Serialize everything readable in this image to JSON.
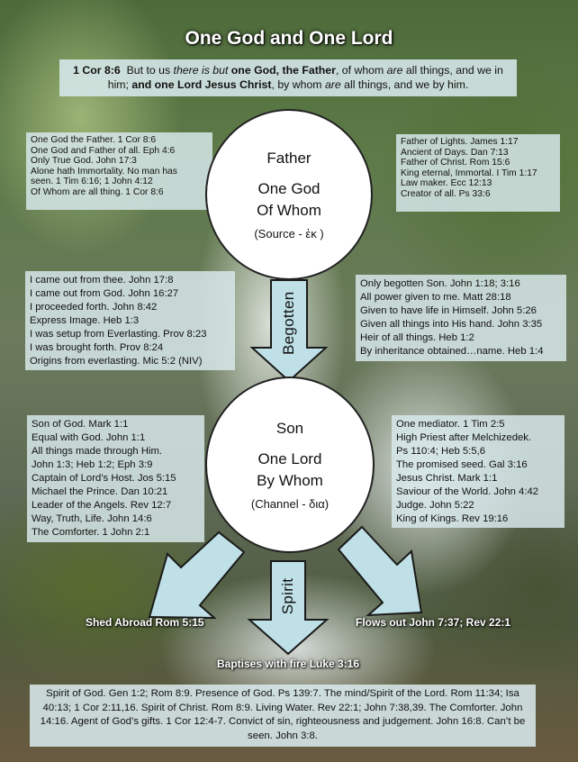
{
  "title": "One God and One Lord",
  "key_verse": {
    "ref": "1 Cor 8:6",
    "p1": "But to us ",
    "p2": "there is but",
    "p3": " one God, the Father",
    "p4": ", of whom ",
    "p5": "are",
    "p6": " all things, and we in him; ",
    "p7": "and one Lord Jesus Christ",
    "p8": ", by whom ",
    "p9": "are",
    "p10": " all things, and we by him."
  },
  "father": {
    "name": "Father",
    "line1": "One God",
    "line2": "Of Whom",
    "source": "(Source - ἐκ )",
    "left_refs": [
      "One God the Father. 1 Cor 8:6",
      "One God and Father of all. Eph 4:6",
      "Only True God. John 17:3",
      "Alone hath Immortality. No man has",
      "seen. 1 Tim 6:16; 1 John 4:12",
      "Of Whom are all thing. 1 Cor 8:6"
    ],
    "right_refs": [
      "Father of Lights. James 1:17",
      "Ancient of Days. Dan 7:13",
      "Father of Christ. Rom 15:6",
      "King eternal, Immortal. I Tim 1:17",
      "Law maker. Ecc 12:13",
      "Creator of all. Ps 33:6"
    ]
  },
  "begotten": {
    "label": "Begotten",
    "left_refs": [
      "I came out from thee. John 17:8",
      "I came out from God. John 16:27",
      "I proceeded forth. John 8:42",
      "Express Image. Heb 1:3",
      "I was setup from Everlasting. Prov 8:23",
      "I was brought forth. Prov 8:24",
      "Origins from everlasting. Mic 5:2 (NIV)"
    ],
    "right_refs": [
      "Only begotten Son. John 1:18; 3:16",
      "All power given to me. Matt 28:18",
      "Given to have life in Himself. John 5:26",
      "Given all things into His hand. John 3:35",
      "Heir of all things. Heb 1:2",
      "By inheritance obtained…name. Heb 1:4"
    ]
  },
  "son": {
    "name": "Son",
    "line1": "One Lord",
    "line2": "By Whom",
    "channel": "(Channel - δια)",
    "left_refs": [
      "Son of God. Mark 1:1",
      "Equal with God. John 1:1",
      "All things made through Him.",
      "John 1:3; Heb 1:2; Eph 3:9",
      "Captain of Lord’s Host. Jos 5:15",
      "Michael the Prince. Dan 10:21",
      "Leader of the Angels. Rev 12:7",
      "Way, Truth, Life. John 14:6",
      "The Comforter. 1 John 2:1"
    ],
    "right_refs": [
      "One mediator. 1 Tim 2:5",
      "High Priest after Melchizedek.",
      "Ps 110:4; Heb 5:5,6",
      "The promised seed. Gal 3:16",
      "Jesus Christ. Mark 1:1",
      "Saviour of the World. John 4:42",
      "Judge. John 5:22",
      "King of Kings. Rev 19:16"
    ]
  },
  "spirit": {
    "label": "Spirit",
    "left_caption": "Shed Abroad Rom 5:15",
    "right_caption": "Flows out John 7:37; Rev 22:1",
    "center_caption": "Baptises with fire Luke 3:16",
    "bottom_text": "Spirit of God. Gen 1:2; Rom 8:9. Presence of God. Ps 139:7. The mind/Spirit of the Lord. Rom 11:34; Isa 40:13; 1 Cor 2:11,16. Spirit of Christ. Rom 8:9. Living Water. Rev 22:1; John 7:38,39. The Comforter. John 14:16. Agent of God’s gifts. 1 Cor 12:4-7. Convict of sin, righteousness and judgement. John 16:8. Can’t be seen. John 3:8."
  },
  "colors": {
    "panel_bg": "#d7e8ea",
    "arrow_fill": "#bfe0e6",
    "arrow_stroke": "#1a1a1a",
    "caption_text": "#ffffff"
  }
}
